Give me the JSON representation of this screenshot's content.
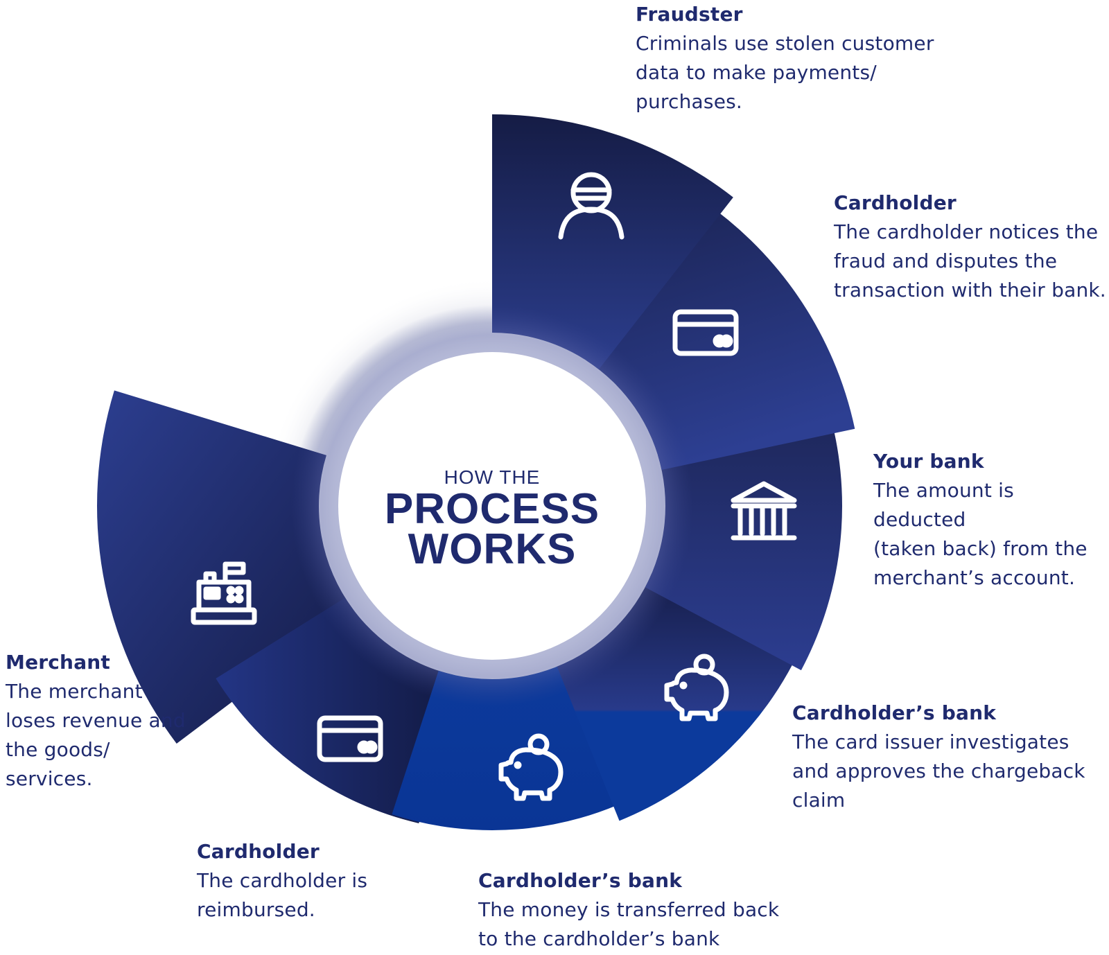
{
  "center": {
    "line1": "HOW THE",
    "line2": "PROCESS",
    "line3": "WORKS"
  },
  "steps": [
    {
      "title": "Fraudster",
      "text": "Criminals use stolen customer\ndata to make payments/\npurchases.",
      "icon": "fraudster-icon"
    },
    {
      "title": "Cardholder",
      "text": "The cardholder notices the\nfraud and disputes the\ntransaction with their bank.",
      "icon": "credit-card-icon"
    },
    {
      "title": "Your bank",
      "text": "The amount is deducted\n(taken back) from the\nmerchant’s account.",
      "icon": "bank-icon"
    },
    {
      "title": "Cardholder’s bank",
      "text": "The card issuer investigates\nand approves the chargeback\nclaim",
      "icon": "piggy-bank-icon"
    },
    {
      "title": "Cardholder’s bank",
      "text": "The money is transferred back\nto the cardholder’s bank",
      "icon": "piggy-bank-icon"
    },
    {
      "title": "Cardholder",
      "text": "The cardholder is\nreimbursed.",
      "icon": "credit-card-icon"
    },
    {
      "title": "Merchant",
      "text": "The merchant\nloses revenue and\nthe goods/\nservices.",
      "icon": "cash-register-icon"
    }
  ],
  "colors": {
    "text": "#1f2a6e",
    "segment_dark": "#18204f",
    "segment_mid": "#283c8c",
    "segment_bright": "#0b3a9b"
  }
}
